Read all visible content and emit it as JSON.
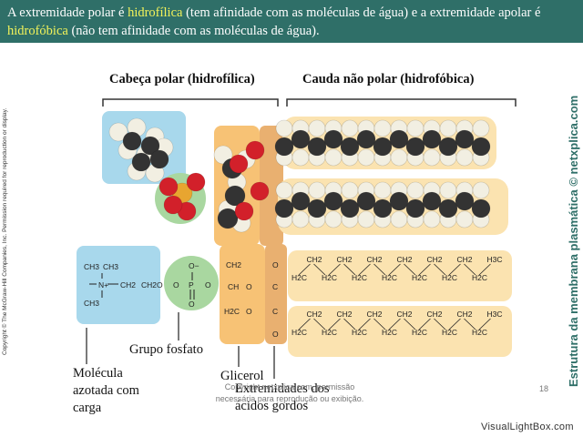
{
  "banner": {
    "part1": "A extremidade polar é ",
    "hl1": "hidrofílica",
    "part2": " (tem afinidade com as moléculas de água) e a extremidade apolar é ",
    "hl2": "hidrofóbica",
    "part3": " (não tem afinidade com as moléculas de água).",
    "highlight_color": "#f3f35a",
    "background_color": "#2f6f68"
  },
  "labels": {
    "polar_head": "Cabeça polar (hidrofílica)",
    "nonpolar_tail": "Cauda não polar (hidrofóbica)",
    "phosphate": "Grupo fosfato",
    "glycerol": "Glicerol",
    "charged_molecule": "Molécula azotada com carga",
    "fatty_acids": "Extremidades dos ácidos gordos"
  },
  "side_title": "Estrutura da membrana plasmática © netxplica.com",
  "copyright": "Copyright © The McGraw-Hill Companies, Inc. Permission required for reproduction or display.",
  "footer_note": "Copyright netxplica.com, permissão necessária para reprodução ou exibição.",
  "page_number": "18",
  "watermark": "VisualLightBox.com",
  "chem": {
    "ch3": "CH3",
    "n_plus": "N+",
    "ch2": "CH2",
    "o": "O",
    "p": "P",
    "o_minus": "O−",
    "ch": "CH",
    "c": "C",
    "h2c": "H2C",
    "h3c": "H3C"
  },
  "colors": {
    "choline_box": "#a8d8ec",
    "phosphate_circle": "#a9d7a0",
    "glycerol_box": "#f7c275",
    "ester_box": "#e9b070",
    "tail_box": "#fbe3b0",
    "carbon_atom": "#333333",
    "hydrogen_atom": "#f2efe2",
    "oxygen_atom": "#d2202a",
    "phosphorus_atom": "#e8a530"
  }
}
